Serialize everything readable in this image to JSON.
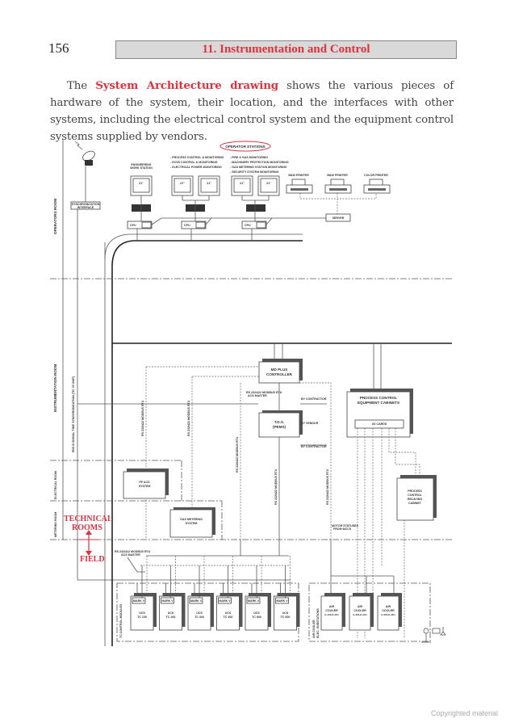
{
  "header": {
    "page_number": "156",
    "chapter_title": "11. Instrumentation and Control"
  },
  "intro": {
    "lead": "The ",
    "highlight": "System Architecture drawing",
    "rest": " shows the various pieces of hardware of the system, their location, and the interfaces with other systems, including the electrical control system and the equipment control systems supplied by vendors."
  },
  "diagram": {
    "rooms": {
      "operators": "OPERATORS ROOM",
      "instrumentation": "INSTRUMENTATION ROOM",
      "electrical": "ELECTRICAL ROOM",
      "metering": "METERING ROOM"
    },
    "technical_rooms": [
      "TECHNICAL",
      "ROOMS"
    ],
    "field": "FIELD",
    "operator_stations": "OPERATOR STATIONS",
    "engineering_ws": [
      "ENGINEERING",
      "WORK STATION"
    ],
    "functions_left": [
      "- PROCESS CONTROL & MONITORING",
      "- ECSS CONTROL & MONITORING",
      "- ELECTRICAL POWER MONITORING"
    ],
    "functions_right": [
      "- FIRE & GAS MONITORING",
      "- MACHINERY PROTECTION MONITORING",
      "- GAS METERING STATION MONITORING",
      "- SECURITY SYSTEM MONITORING"
    ],
    "monitor_size": "21\"",
    "printers": [
      "B&W PRINTER",
      "B&W PRINTER",
      "COLOR PRINTER"
    ],
    "server": "SERVER",
    "sync_interface": [
      "SYNCHRONIZATION",
      "INTERFACE"
    ],
    "cpu": "CPU",
    "irig": "IRIG B SIGNAL TIME SYNCHRONIZATION (TIC 30 UNIT)",
    "modbus": [
      "RS 232/422 MODBUS RTU",
      "ACS MASTER"
    ],
    "md_plus": [
      "MD PLUS",
      "CONTROLLER"
    ],
    "tds": [
      "T.D.S.",
      "(PEMS)"
    ],
    "by_contractor": "BY CONTRACTOR",
    "by_vendor": "BY VENDOR",
    "pc_cabinets": [
      "PROCESS CONTROL",
      "EQUIPMENT CABINETS"
    ],
    "io_cards": "I/O CARDS",
    "relay_cabinet": [
      "PROCESS",
      "CONTROL",
      "RELAYING",
      "CABINET"
    ],
    "pf_acs": [
      "PF ACS",
      "SYSTEM"
    ],
    "gas_metering": [
      "GAS METERING",
      "SYSTEM"
    ],
    "motor_statuses": [
      "MOTOR STATUSES",
      "FROM MCCS"
    ],
    "tc_modules_label": "TC CONTROL MODULES",
    "mark_v": "MARK V",
    "ucs": "UCS",
    "tc_units": [
      "TC 100",
      "TC 200",
      "TC 300",
      "TC 400",
      "TC 500",
      "TC 600"
    ],
    "air_cooler_label": [
      "AIR COOLER",
      "ELEC. SUBSTATIONS"
    ],
    "air_cooler": [
      "AIR",
      "COOLER"
    ],
    "air_cooler_codes": [
      "G-101/G-201",
      "G-301/G-401",
      "G-501/G-601"
    ]
  },
  "footer": {
    "copyright": "Copyrighted material"
  },
  "colors": {
    "accent": "#e0323e",
    "bar": "#d9d9d9"
  }
}
